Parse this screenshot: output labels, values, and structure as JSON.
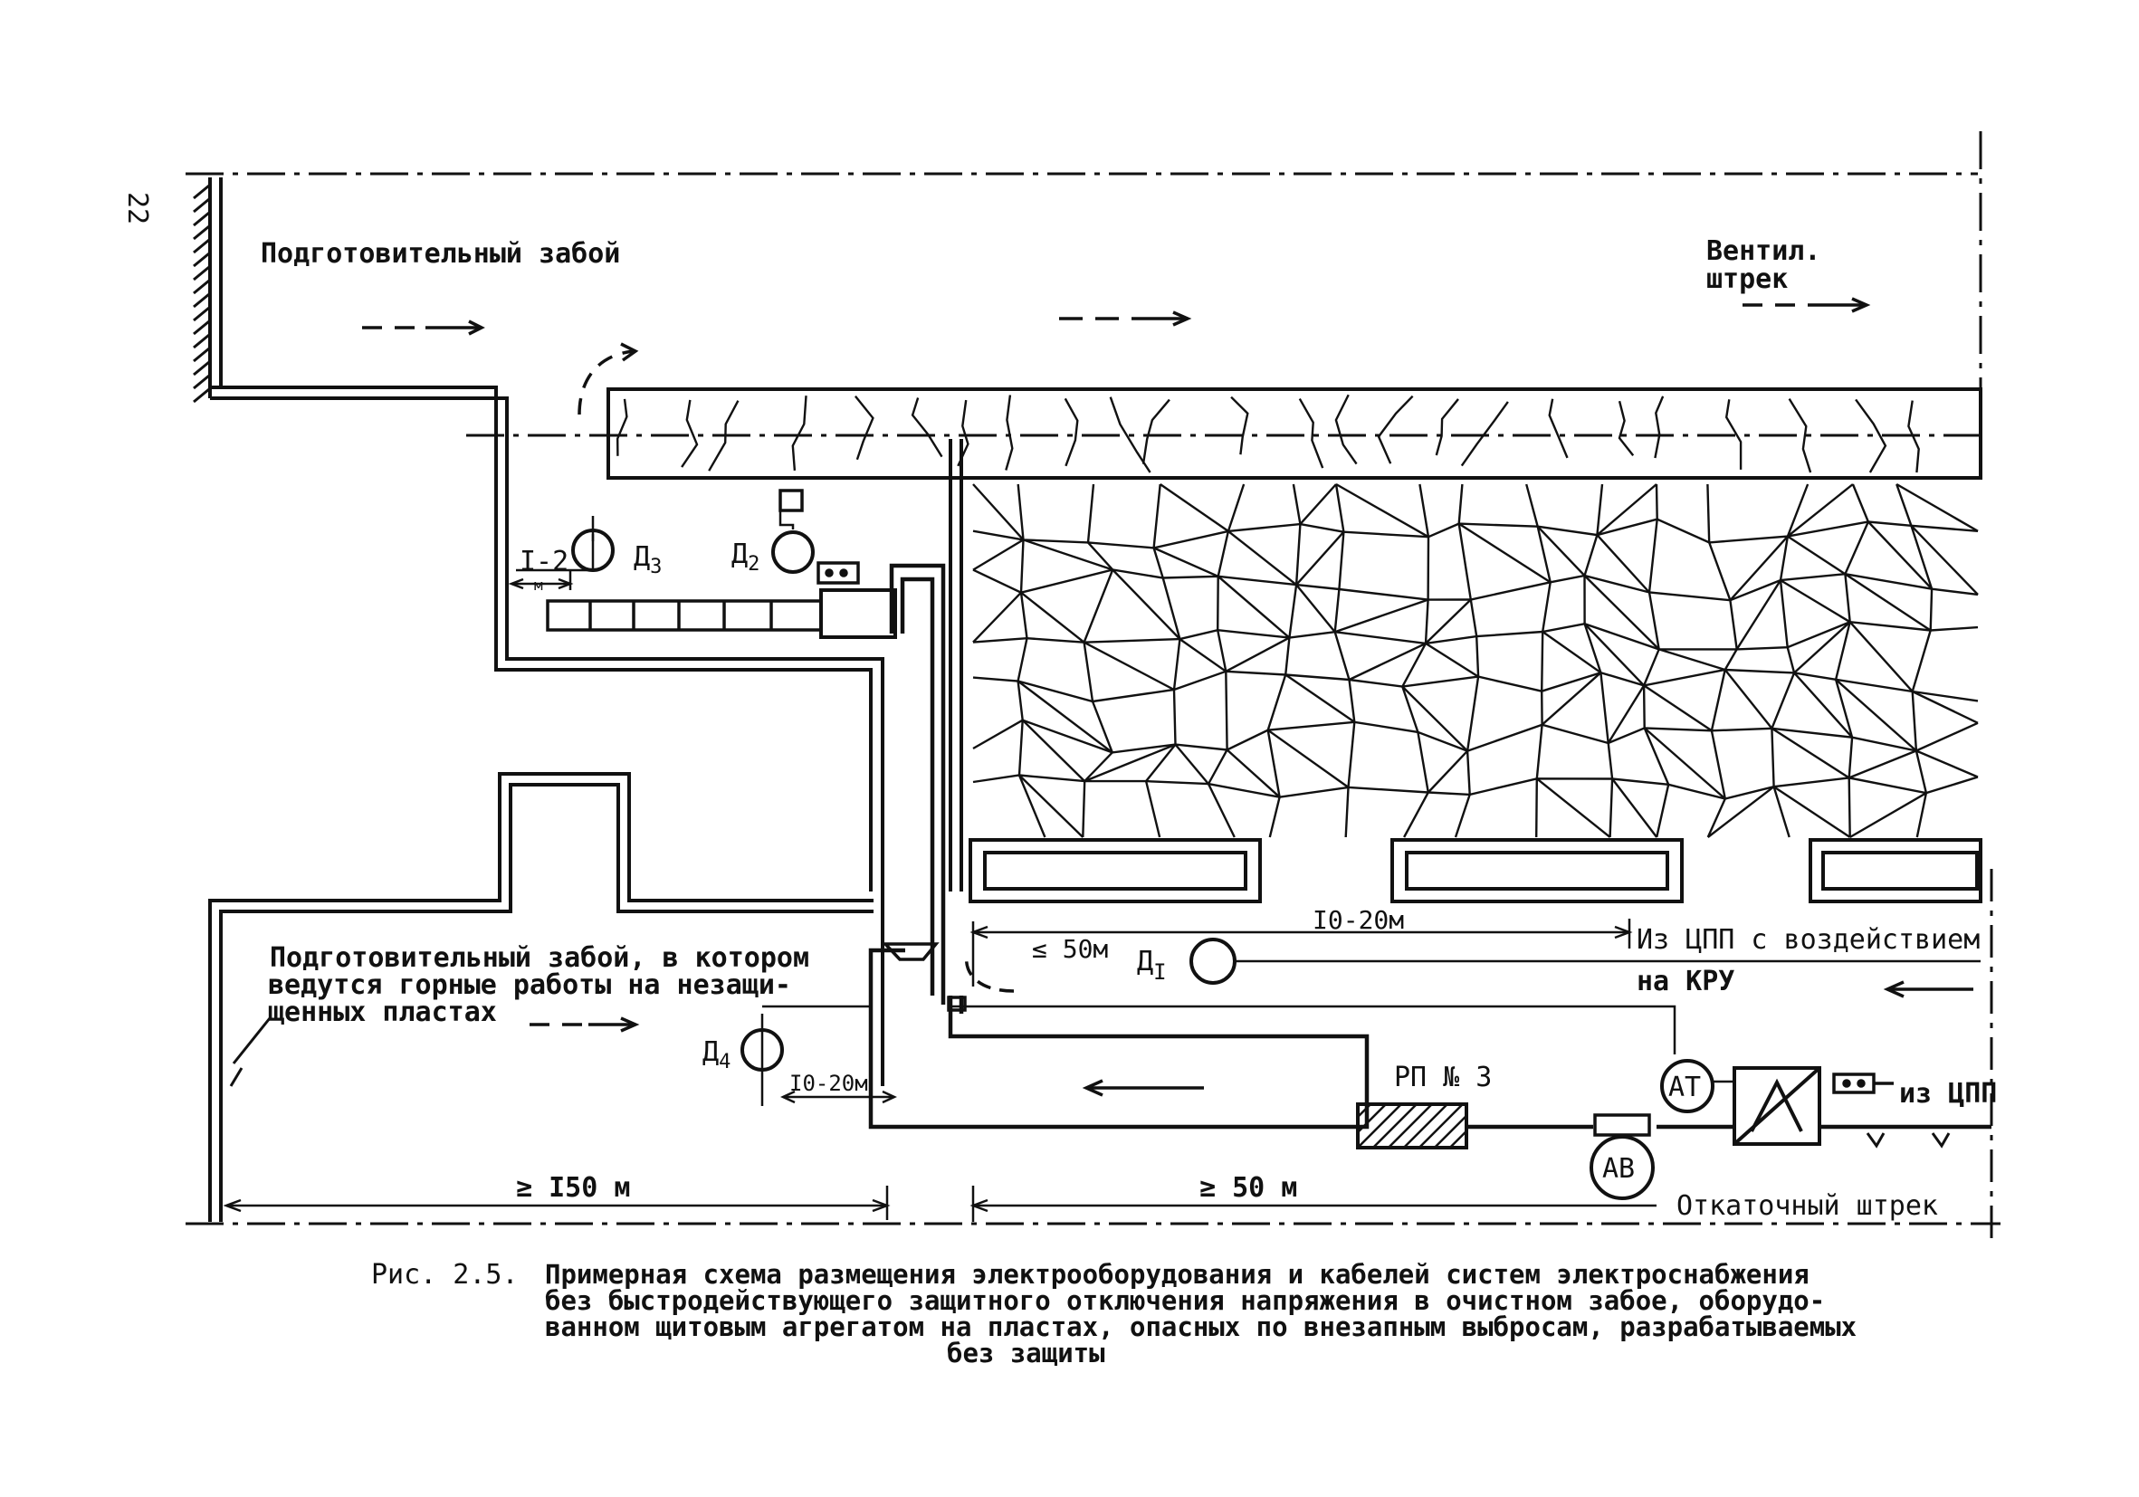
{
  "page_number": "22",
  "labels": {
    "prep_face_top": "Подготовительный забой",
    "vent_drift_1": "Вентил.",
    "vent_drift_2": "штрек",
    "prep_face_bottom_1": "Подготовительный забой, в котором",
    "prep_face_bottom_2": "ведутся горные работы на незащи-",
    "prep_face_bottom_3": "щенных пластах",
    "from_cpp_1": "Из ЦПП с воздействием",
    "from_cpp_2": "на КРУ",
    "from_cpp_short": "из ЦПП",
    "haulage_drift": "Откаточный штрек"
  },
  "equipment": {
    "d1": "Д",
    "d1_sub": "I",
    "d2": "Д",
    "d2_sub": "2",
    "d3": "Д",
    "d3_sub": "3",
    "d4": "Д",
    "d4_sub": "4",
    "rp3": "РП № 3",
    "at": "АТ",
    "av": "АВ"
  },
  "dimensions": {
    "d_1_2": "I-2",
    "d_1_2_unit": "м",
    "d_10_20_top": "I0-20м",
    "d_le_50": "≤ 50м",
    "d_10_20_left": "I0-20м",
    "d_ge_150": "≥ I50 м",
    "d_ge_50": "≥ 50 м"
  },
  "caption": {
    "prefix": "Рис. 2.5.",
    "line1": "Примерная схема размещения электрооборудования и кабелей систем электроснабжения",
    "line2": "без быстродействующего защитного отключения напряжения в очистном забое, оборудо-",
    "line3": "ванном щитовым агрегатом на пластах, опасных по внезапным выбросам, разрабатываемых",
    "line4": "без защиты"
  }
}
